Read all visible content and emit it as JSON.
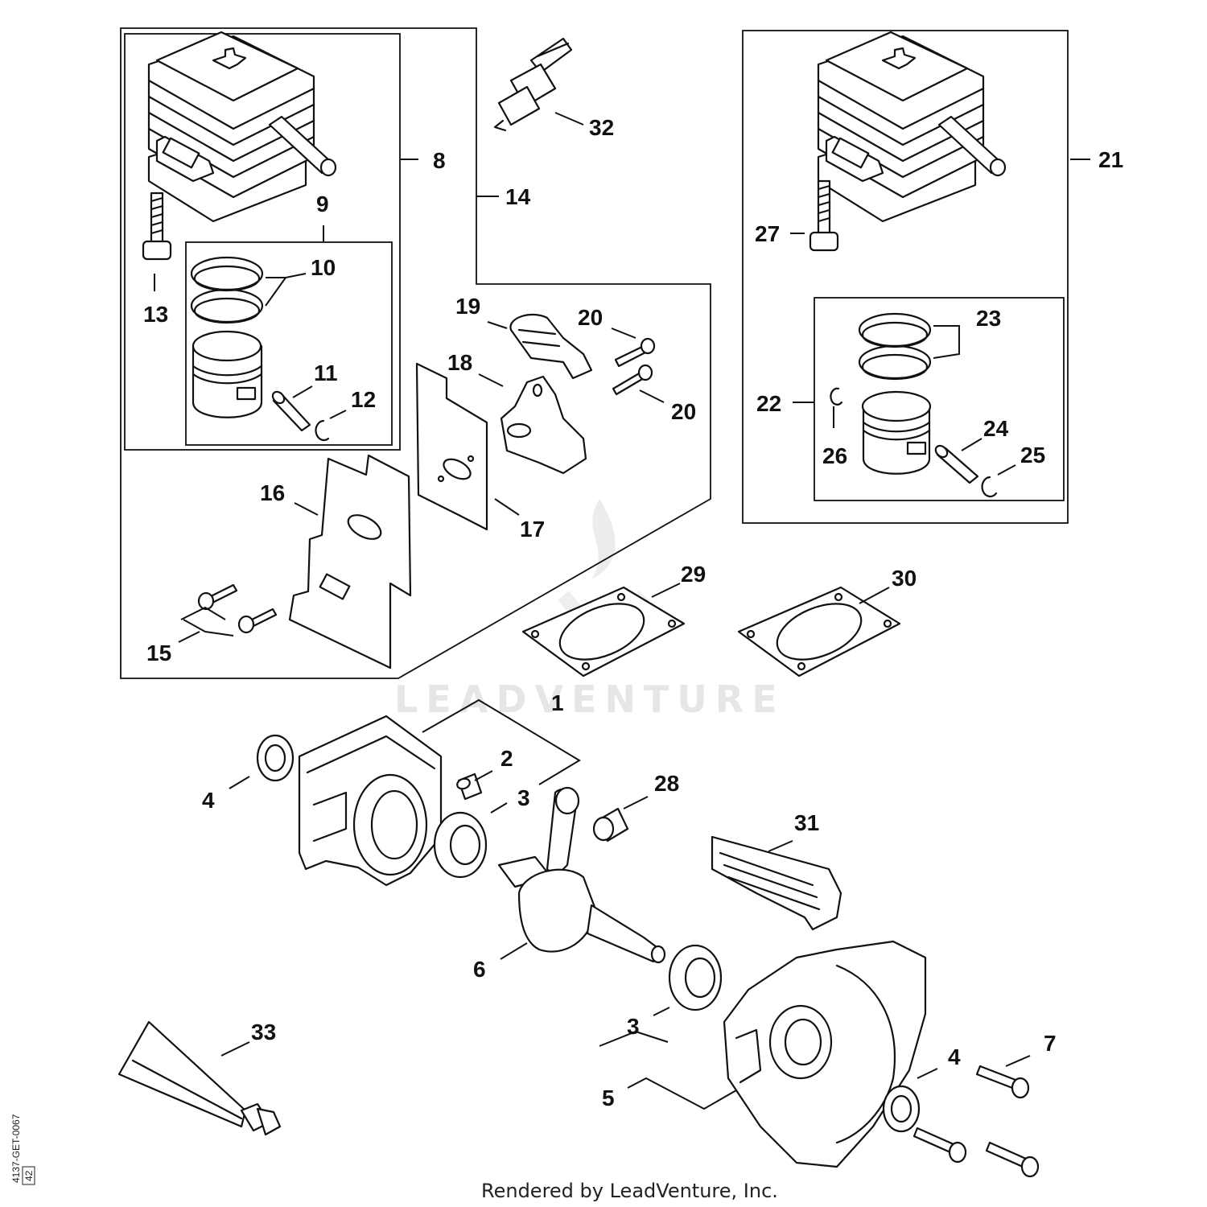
{
  "callouts": {
    "c1": "1",
    "c2": "2",
    "c3a": "3",
    "c3b": "3",
    "c4a": "4",
    "c4b": "4",
    "c5": "5",
    "c6": "6",
    "c7": "7",
    "c8": "8",
    "c9": "9",
    "c10": "10",
    "c11": "11",
    "c12": "12",
    "c13": "13",
    "c14": "14",
    "c15": "15",
    "c16": "16",
    "c17": "17",
    "c18": "18",
    "c19": "19",
    "c20a": "20",
    "c20b": "20",
    "c21": "21",
    "c22": "22",
    "c23": "23",
    "c24": "24",
    "c25": "25",
    "c26": "26",
    "c27": "27",
    "c28": "28",
    "c29": "29",
    "c30": "30",
    "c31": "31",
    "c32": "32",
    "c33": "33"
  },
  "watermark": "LEADVENTURE",
  "footer": "Rendered by LeadVenture, Inc.",
  "drawing_ref": "4137-GET-0067",
  "drawing_rev": "42"
}
